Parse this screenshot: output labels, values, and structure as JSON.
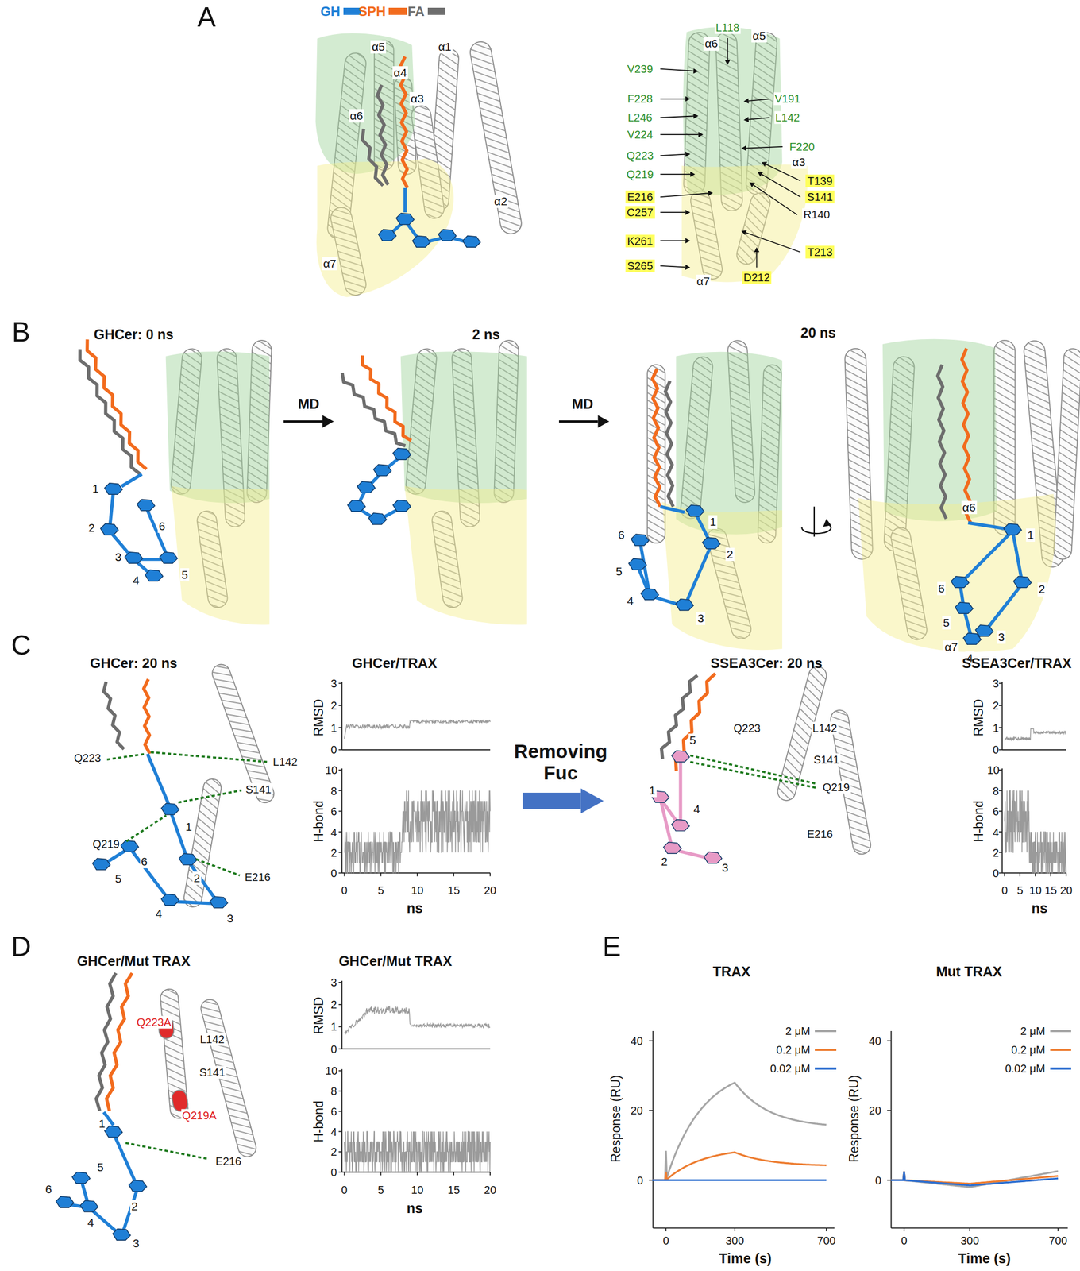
{
  "diagram": {
    "labels": [
      "A",
      "α5",
      "α1",
      "α4",
      "α3",
      "α6",
      "α2",
      "α7",
      "L118",
      "α5",
      "α6",
      "V239",
      "F228",
      "V191",
      "L246",
      "L142",
      "V224",
      "F220",
      "Q223",
      "α3",
      "Q219",
      "T139",
      "E216",
      "S141",
      "C257",
      "R140",
      "K261",
      "T213",
      "S265",
      "D212",
      "α7",
      "B",
      "GHCer: 0 ns",
      "2 ns",
      "20 ns",
      "MD",
      "MD",
      "1",
      "2",
      "6",
      "3",
      "4",
      "5",
      "6",
      "5",
      "1",
      "2",
      "4",
      "3",
      "α6",
      "1",
      "2",
      "6",
      "5",
      "α7",
      "3",
      "4",
      "C",
      "GHCer: 20 ns",
      "L142",
      "Q223",
      "S141",
      "1",
      "Q219",
      "6",
      "5",
      "2",
      "E216",
      "4",
      "3",
      "GHCer/TRAX",
      "RMSD",
      "3",
      "2",
      "1",
      "0",
      "H-bond",
      "10",
      "8",
      "6",
      "4",
      "2",
      "0",
      "0",
      "5",
      "10",
      "15",
      "20",
      "ns",
      "Removing Fuc",
      "SSEA3Cer: 20 ns",
      "Q223",
      "L142",
      "5",
      "S141",
      "Q219",
      "1",
      "4",
      "E216",
      "2",
      "3",
      "SSEA3Cer/TRAX",
      "RMSD",
      "3",
      "2",
      "1",
      "0",
      "H-bond",
      "10",
      "8",
      "6",
      "4",
      "2",
      "0",
      "0",
      "5",
      "10",
      "15",
      "20",
      "ns",
      "D",
      "GHCer/Mut TRAX",
      "Q223A",
      "L142",
      "S141",
      "1",
      "Q219A",
      "E216",
      "5",
      "6",
      "2",
      "4",
      "3",
      "GHCer/Mut TRAX",
      "RMSD",
      "3",
      "2",
      "1",
      "0",
      "H-bond",
      "10",
      "8",
      "6",
      "4",
      "2",
      "0",
      "0",
      "5",
      "10",
      "15",
      "20",
      "ns",
      "E",
      "TRAX",
      "Mut TRAX",
      "Response (RU)",
      "40",
      "20",
      "0",
      "0",
      "300",
      "700",
      "Time (s)",
      "Response (RU)",
      "40",
      "20",
      "0",
      "0",
      "300",
      "700",
      "Time (s)"
    ],
    "legend": [
      {
        "text": "GH",
        "color": "#1f7fd6"
      },
      {
        "text": "SPH",
        "color": "#f26b1d"
      },
      {
        "text": "FA",
        "color": "#6d6d6d"
      },
      {
        "text": "2 μM",
        "color": "#a6a6a6"
      },
      {
        "text": "0.2 μM",
        "color": "#ed7d31"
      },
      {
        "text": "0.02 μM",
        "color": "#2e6fd0"
      },
      {
        "text": "2 μM",
        "color": "#a6a6a6"
      },
      {
        "text": "0.2 μM",
        "color": "#ed7d31"
      },
      {
        "text": "0.02 μM",
        "color": "#2e6fd0"
      }
    ]
  }
}
